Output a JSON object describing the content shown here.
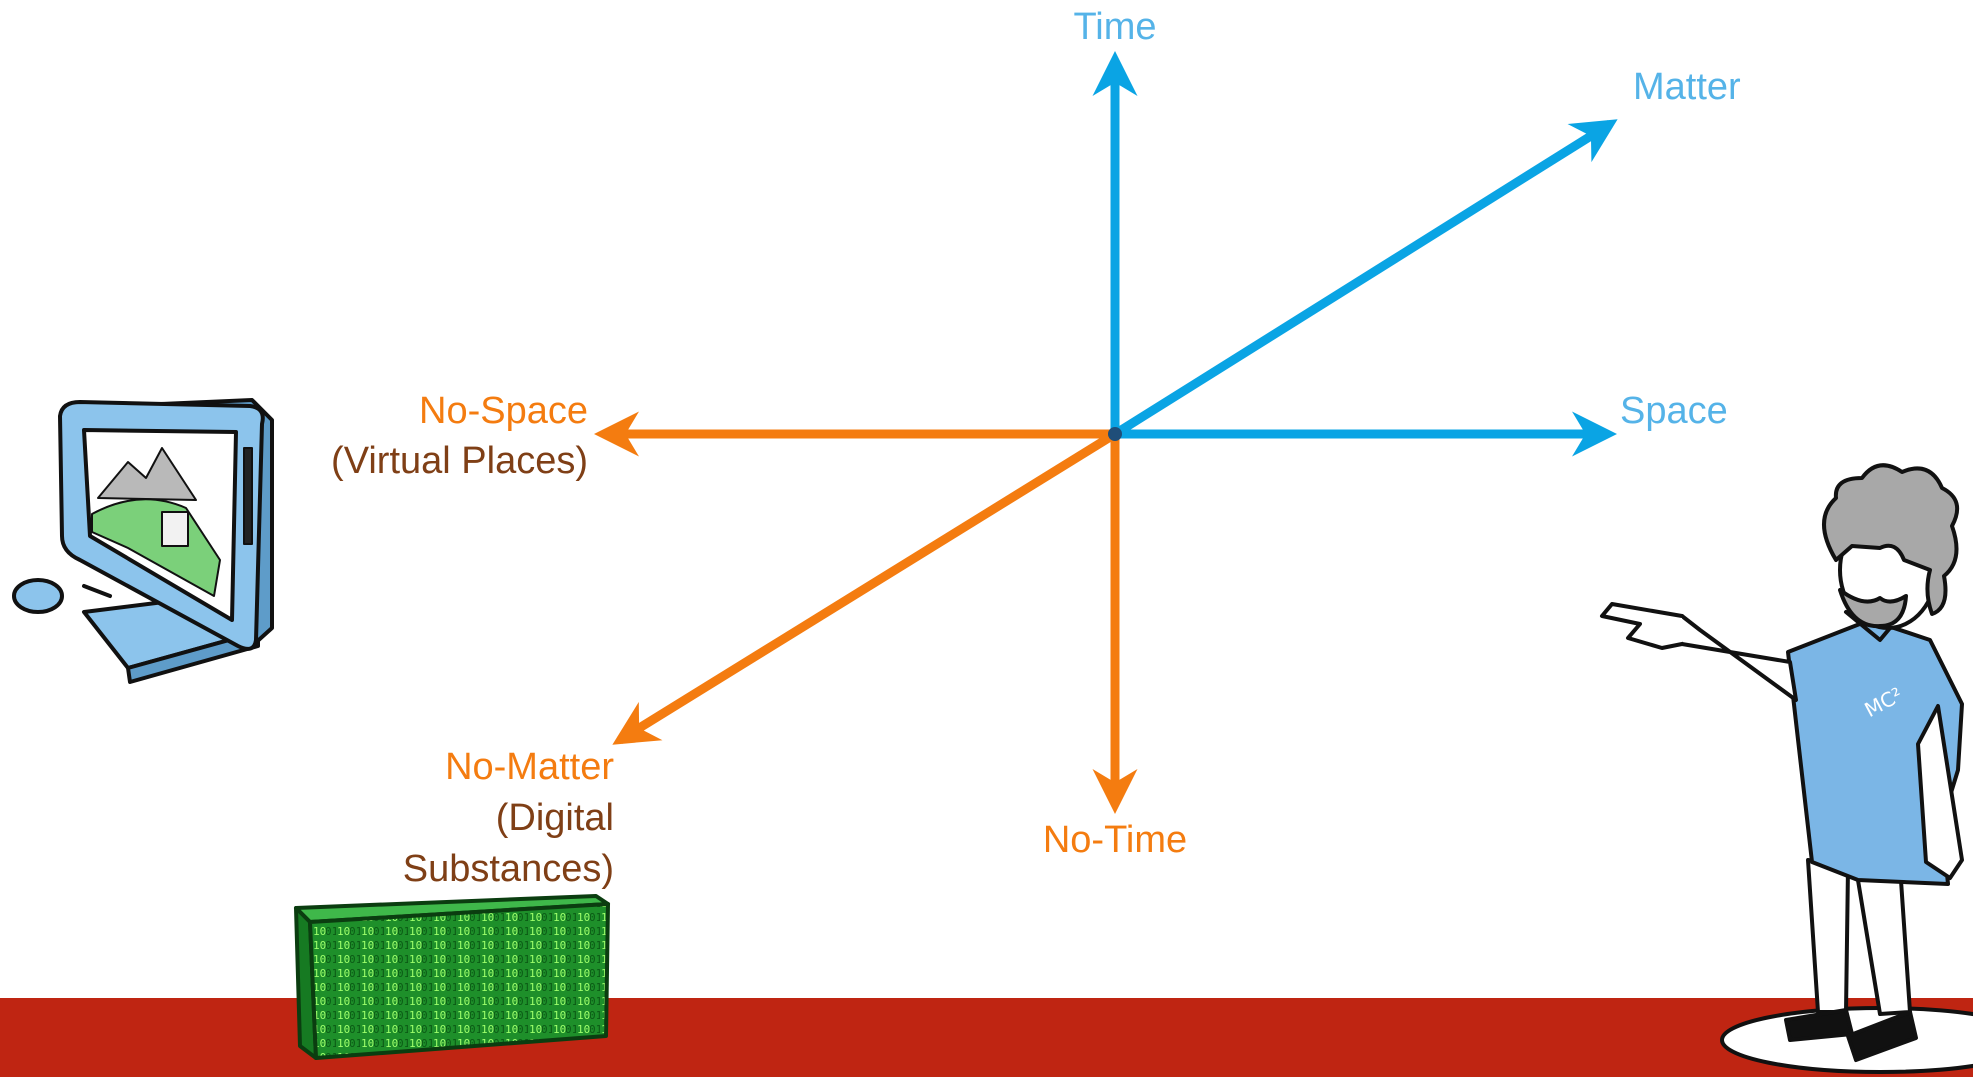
{
  "diagram": {
    "positive_axes": {
      "time": "Time",
      "matter": "Matter",
      "space": "Space"
    },
    "negative_axes": {
      "no_space": {
        "title": "No-Space",
        "subtitle": "(Virtual Places)"
      },
      "no_matter": {
        "title": "No-Matter",
        "subtitle_line1": "(Digital",
        "subtitle_line2": "Substances)"
      },
      "no_time": "No-Time"
    },
    "illustration_text": {
      "shirt_logo": "MC²"
    }
  },
  "colors": {
    "positive_axis": "#0aa4e4",
    "negative_axis": "#f47c10",
    "positive_label": "#55b3e8",
    "negative_label": "#f47c10",
    "subtitle_label": "#7f3f16",
    "floor": "#bf2512",
    "digital_block": "#1a9e2a"
  }
}
